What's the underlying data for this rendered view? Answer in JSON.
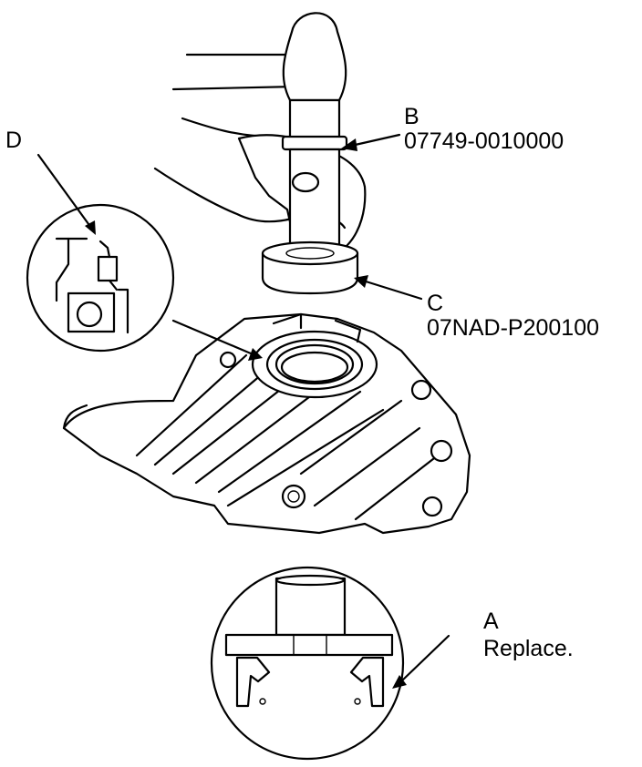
{
  "labels": {
    "a_letter": "A",
    "a_text": "Replace.",
    "b_letter": "B",
    "b_part": "07749-0010000",
    "c_letter": "C",
    "c_part": "07NAD-P200100",
    "d_letter": "D"
  },
  "components": {
    "a": "oil-seal",
    "b": "driver-handle",
    "c": "attachment",
    "d": "seal-seating-detail"
  }
}
